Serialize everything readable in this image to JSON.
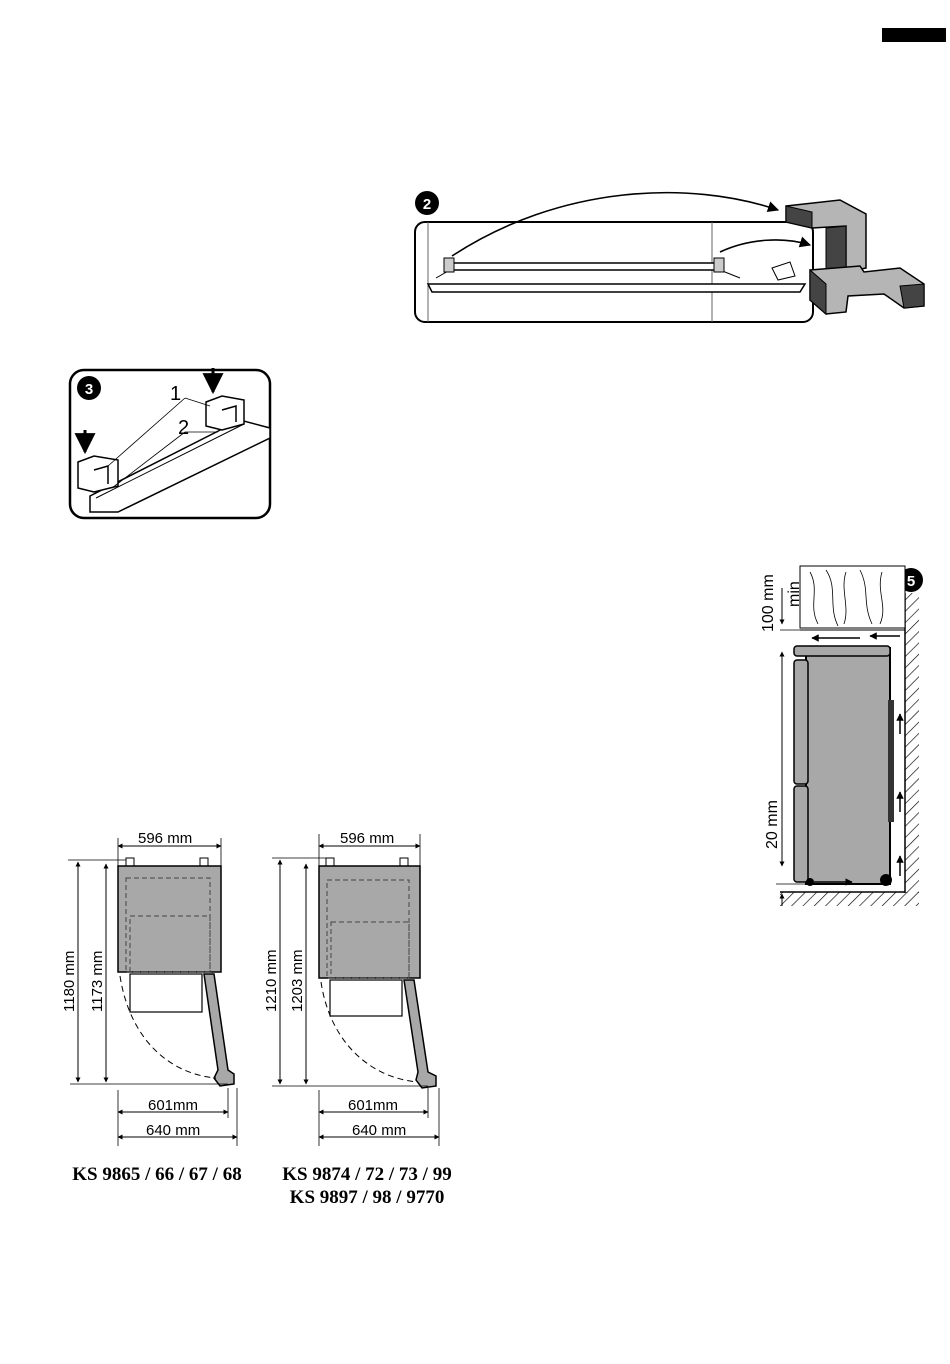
{
  "figures": {
    "fig2": {
      "badge": "2"
    },
    "fig3": {
      "badge": "3",
      "callout_1": "1",
      "callout_2": "2"
    },
    "fig5": {
      "badge": "5",
      "top_clearance": "100 mm",
      "top_min": "min",
      "bottom_clearance": "20 mm"
    },
    "dims_left": {
      "width_top": "596 mm",
      "height_outer": "1180 mm",
      "height_inner": "1173 mm",
      "depth_601": "601mm",
      "depth_640": "640 mm",
      "models": [
        "KS 9865 / 66 / 67 / 68"
      ]
    },
    "dims_right": {
      "width_top": "596 mm",
      "height_outer": "1210 mm",
      "height_inner": "1203 mm",
      "depth_601": "601mm",
      "depth_640": "640 mm",
      "models": [
        "KS 9874 / 72 / 73 / 99",
        "KS 9897 / 98 / 9770"
      ]
    }
  },
  "colors": {
    "appliance_gray": "#a8a8a8",
    "bracket_gray": "#b5b5b5",
    "dark": "#1a1a1a"
  }
}
